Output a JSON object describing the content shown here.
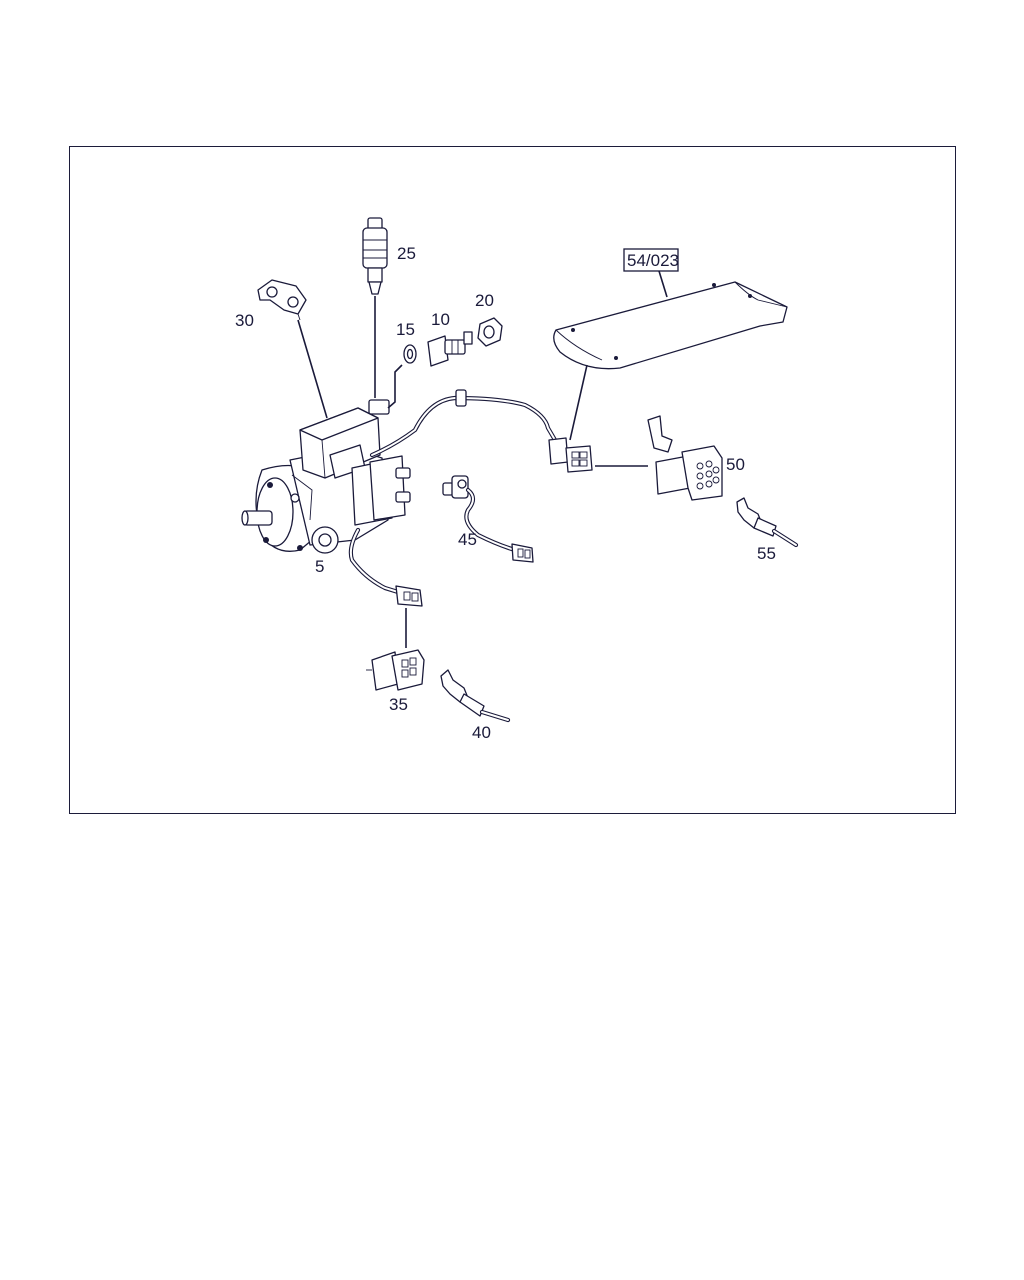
{
  "diagram": {
    "ref_box_label": "54/023",
    "callouts": {
      "c5": "5",
      "c10": "10",
      "c15": "15",
      "c20": "20",
      "c25": "25",
      "c30": "30",
      "c35": "35",
      "c40": "40",
      "c45": "45",
      "c50": "50",
      "c55": "55"
    },
    "colors": {
      "ink": "#1a1a3a",
      "frame": "#1c1c3a",
      "background": "#ffffff"
    }
  }
}
